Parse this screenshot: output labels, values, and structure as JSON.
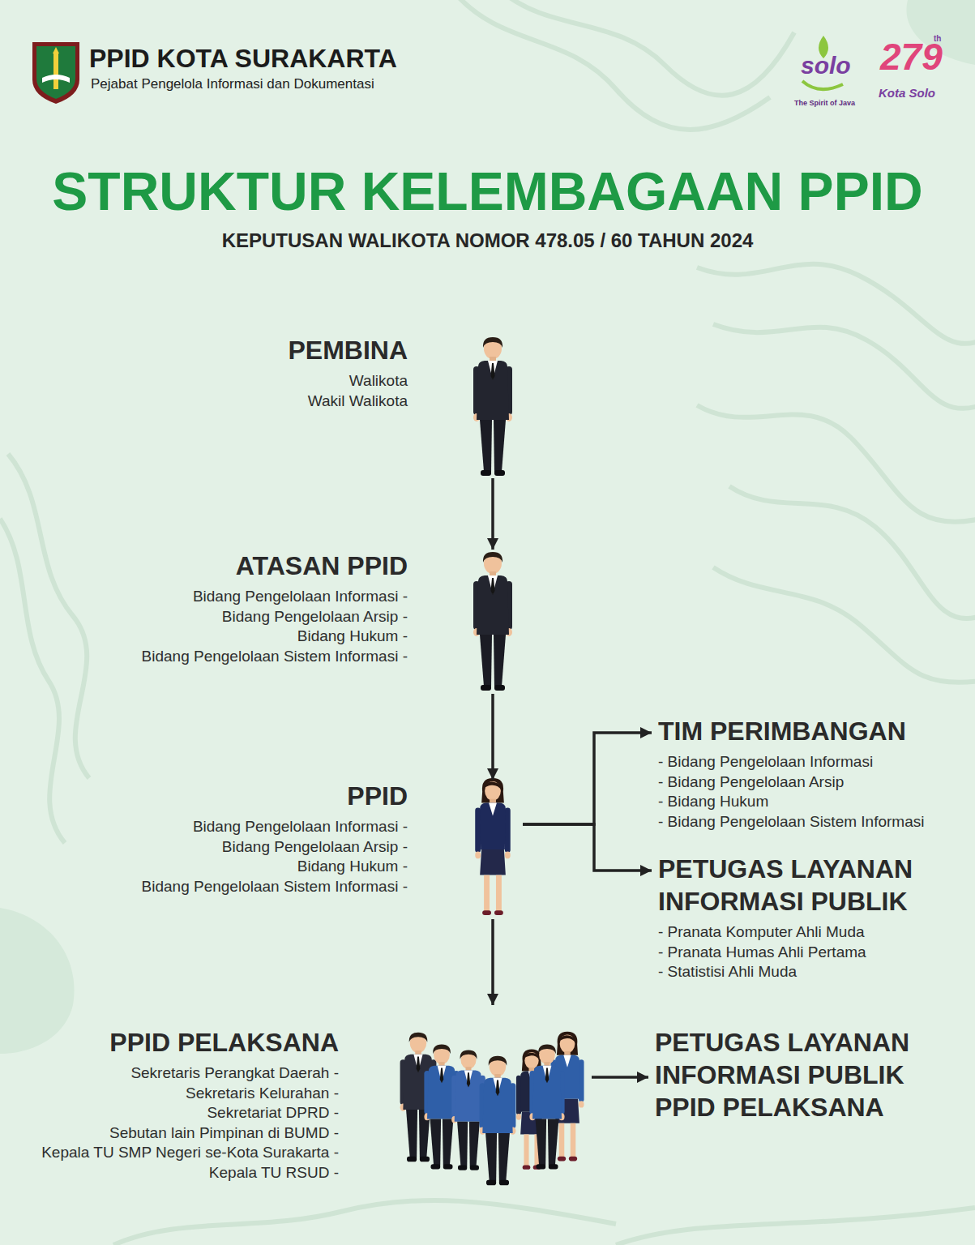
{
  "diagram": {
    "title": "STRUKTUR KELEMBAGAAN PPID",
    "caption": "KEPUTUSAN WALIKOTA NOMOR 478.05 / 60 TAHUN 2024",
    "nodes": [
      {
        "text": [
          "PEMBINA",
          "Walikota",
          "Wakil Walikota"
        ]
      },
      {
        "text": [
          "ATASAN PPID",
          "Bidang Pengelolaan Informasi -",
          "Bidang Pengelolaan Arsip -",
          "Bidang Hukum -",
          "Bidang Pengelolaan Sistem Informasi -"
        ]
      },
      {
        "text": [
          "PPID",
          "Bidang Pengelolaan Informasi -",
          "Bidang Pengelolaan Arsip -",
          "Bidang Hukum -",
          "Bidang Pengelolaan Sistem Informasi -"
        ]
      },
      {
        "text": [
          "TIM PERIMBANGAN",
          "- Bidang Pengelolaan Informasi",
          "- Bidang Pengelolaan Arsip",
          "- Bidang Hukum",
          "- Bidang Pengelolaan Sistem Informasi"
        ]
      },
      {
        "text": [
          "PETUGAS LAYANAN INFORMASI PUBLIK",
          "- Pranata Komputer Ahli Muda",
          "- Pranata Humas Ahli Pertama",
          "- Statistisi Ahli Muda"
        ]
      },
      {
        "text": [
          "PPID PELAKSANA",
          "Sekretaris Perangkat Daerah -",
          "Sekretaris Kelurahan -",
          "Sekretariat DPRD -",
          "Sebutan lain Pimpinan di BUMD -",
          "Kepala TU SMP Negeri se-Kota Surakarta -",
          "Kepala TU RSUD -"
        ]
      },
      {
        "text": [
          "PETUGAS LAYANAN INFORMASI PUBLIK PPID PELAKSANA"
        ]
      }
    ],
    "edges": [
      {
        "from": 0,
        "to": 1,
        "arrow": "to"
      },
      {
        "from": 1,
        "to": 2,
        "arrow": "to"
      },
      {
        "from": 2,
        "to": 3,
        "arrow": "to"
      },
      {
        "from": 2,
        "to": 4,
        "arrow": "to"
      },
      {
        "from": 2,
        "to": 5,
        "arrow": "to"
      },
      {
        "from": 5,
        "to": 6,
        "arrow": "to"
      }
    ],
    "labels": [
      "PPID KOTA SURAKARTA",
      "Pejabat Pengelola Informasi dan Dokumentasi",
      "solo",
      "The Spirit of Java",
      "279",
      "th",
      "Kota Solo"
    ]
  }
}
